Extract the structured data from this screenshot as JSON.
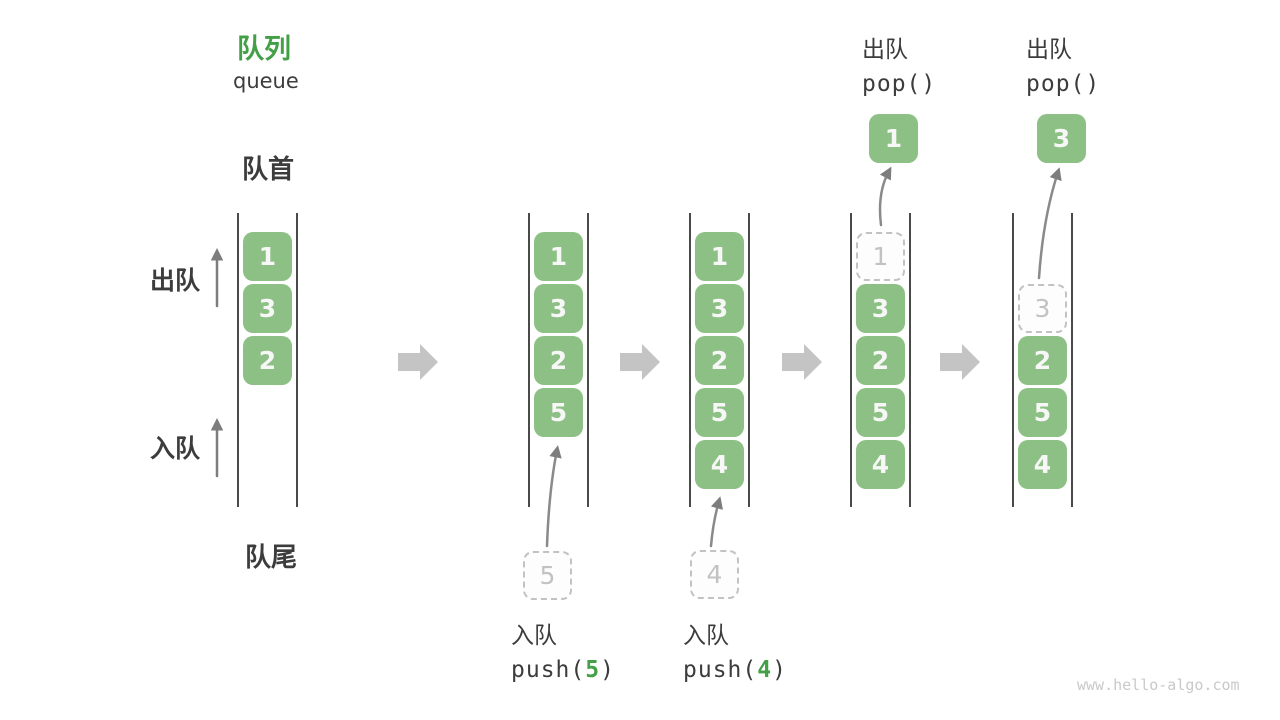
{
  "header": {
    "title_zh": "队列",
    "title_en": "queue"
  },
  "queue_labels": {
    "front": "队首",
    "rear": "队尾",
    "dequeue": "出队",
    "enqueue": "入队"
  },
  "operations": {
    "push_5": {
      "label": "入队",
      "code_prefix": "push(",
      "arg": "5",
      "code_suffix": ")"
    },
    "push_4": {
      "label": "入队",
      "code_prefix": "push(",
      "arg": "4",
      "code_suffix": ")"
    },
    "pop_1": {
      "label": "出队",
      "code": "pop()",
      "result": "1"
    },
    "pop_2": {
      "label": "出队",
      "code": "pop()",
      "result": "3"
    }
  },
  "states": [
    {
      "cells": [
        "1",
        "3",
        "2"
      ]
    },
    {
      "cells": [
        "1",
        "3",
        "2",
        "5"
      ]
    },
    {
      "cells": [
        "1",
        "3",
        "2",
        "5",
        "4"
      ]
    },
    {
      "removed": "1",
      "cells": [
        "3",
        "2",
        "5",
        "4"
      ]
    },
    {
      "removed": "3",
      "cells": [
        "2",
        "5",
        "4"
      ]
    }
  ],
  "watermark": "www.hello-algo.com",
  "palette": {
    "accent_green": "#43a047",
    "box_green": "#8dc084",
    "box_text": "#f7f7f7",
    "dark_text": "#3c3c3c",
    "dashed_gray": "#c2c2c2",
    "rail_gray": "#4a4a4a",
    "thin_arrow_gray": "#7d7d7d",
    "block_arrow_gray": "#c4c4c4"
  }
}
